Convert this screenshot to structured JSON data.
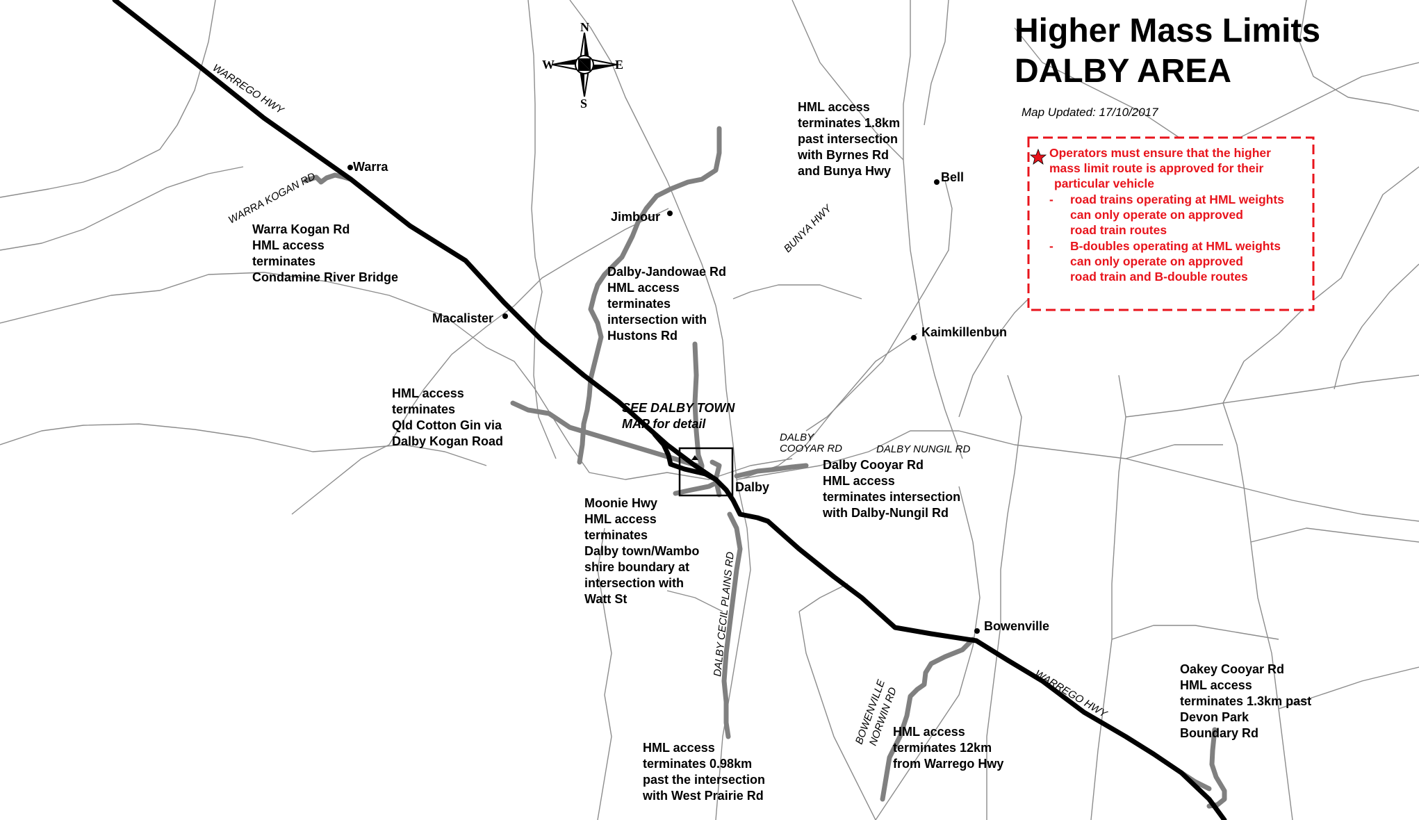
{
  "title": {
    "line1": "Higher Mass Limits",
    "line2": "DALBY AREA"
  },
  "map_updated": "Map Updated: 17/10/2017",
  "notice": {
    "border_color": "#e8141c",
    "text_color": "#e8141c",
    "star_icon": "star-icon",
    "line1": "Operators must ensure that the higher",
    "line2": "mass limit route is approved for their",
    "line3": "particular vehicle",
    "bullet1": {
      "marker": "-",
      "line1": "road trains operating at HML weights",
      "line2": "can only operate on approved",
      "line3": "road train routes"
    },
    "bullet2": {
      "marker": "-",
      "line1": "B-doubles operating at HML weights",
      "line2": "can only operate on approved",
      "line3": "road train and B-double routes"
    }
  },
  "compass": {
    "n": "N",
    "s": "S",
    "e": "E",
    "w": "W"
  },
  "towns": {
    "warra": "Warra",
    "jimbour": "Jimbour",
    "bell": "Bell",
    "macalister": "Macalister",
    "kaimkillenbun": "Kaimkillenbun",
    "dalby": "Dalby",
    "bowenville": "Bowenville"
  },
  "road_labels": {
    "warrego_hwy_nw": "WARREGO HWY",
    "warra_kogan_rd": "WARRA KOGAN RD",
    "bunya_hwy": "BUNYA HWY",
    "dalby_cooyar_rd_1": "DALBY",
    "dalby_cooyar_rd_2": "COOYAR RD",
    "dalby_nungil_rd": "DALBY NUNGIL RD",
    "dalby_cecil_plains_rd": "DALBY CECIL PLAINS RD",
    "bowenville_norwin_rd_1": "BOWENVILLE",
    "bowenville_norwin_rd_2": "NORWIN RD",
    "warrego_hwy_se": "WARREGO HWY"
  },
  "notes": {
    "byrnes": [
      "HML access",
      "terminates 1.8km",
      "past intersection",
      "with Byrnes Rd",
      "and Bunya Hwy"
    ],
    "warra_kogan": [
      "Warra Kogan Rd",
      "HML access",
      "terminates",
      "Condamine River Bridge"
    ],
    "jandowae": [
      "Dalby-Jandowae Rd",
      "HML access",
      "terminates",
      "intersection with",
      "Hustons Rd"
    ],
    "cotton_gin": [
      "HML access",
      "terminates",
      "Qld Cotton Gin via",
      "Dalby Kogan Road"
    ],
    "see_town": [
      "SEE DALBY TOWN",
      "MAP for detail"
    ],
    "cooyar": [
      "Dalby Cooyar Rd",
      "HML access",
      "terminates intersection",
      "with Dalby-Nungil Rd"
    ],
    "moonie": [
      "Moonie Hwy",
      "HML access",
      "terminates",
      "Dalby town/Wambo",
      "shire boundary at",
      "intersection with",
      "Watt St"
    ],
    "oakey": [
      "Oakey Cooyar Rd",
      "HML access",
      "terminates 1.3km past",
      "Devon Park",
      "Boundary Rd"
    ],
    "bowenville_norwin": [
      "HML access",
      "terminates 12km",
      "from Warrego Hwy"
    ],
    "cecil_plains": [
      "HML access",
      "terminates 0.98km",
      "past the intersection",
      "with West Prairie Rd"
    ]
  },
  "colors": {
    "highway": "#000000",
    "hml_route": "#808080",
    "minor_road": "#8c8c8c",
    "warning": "#e8141c"
  }
}
